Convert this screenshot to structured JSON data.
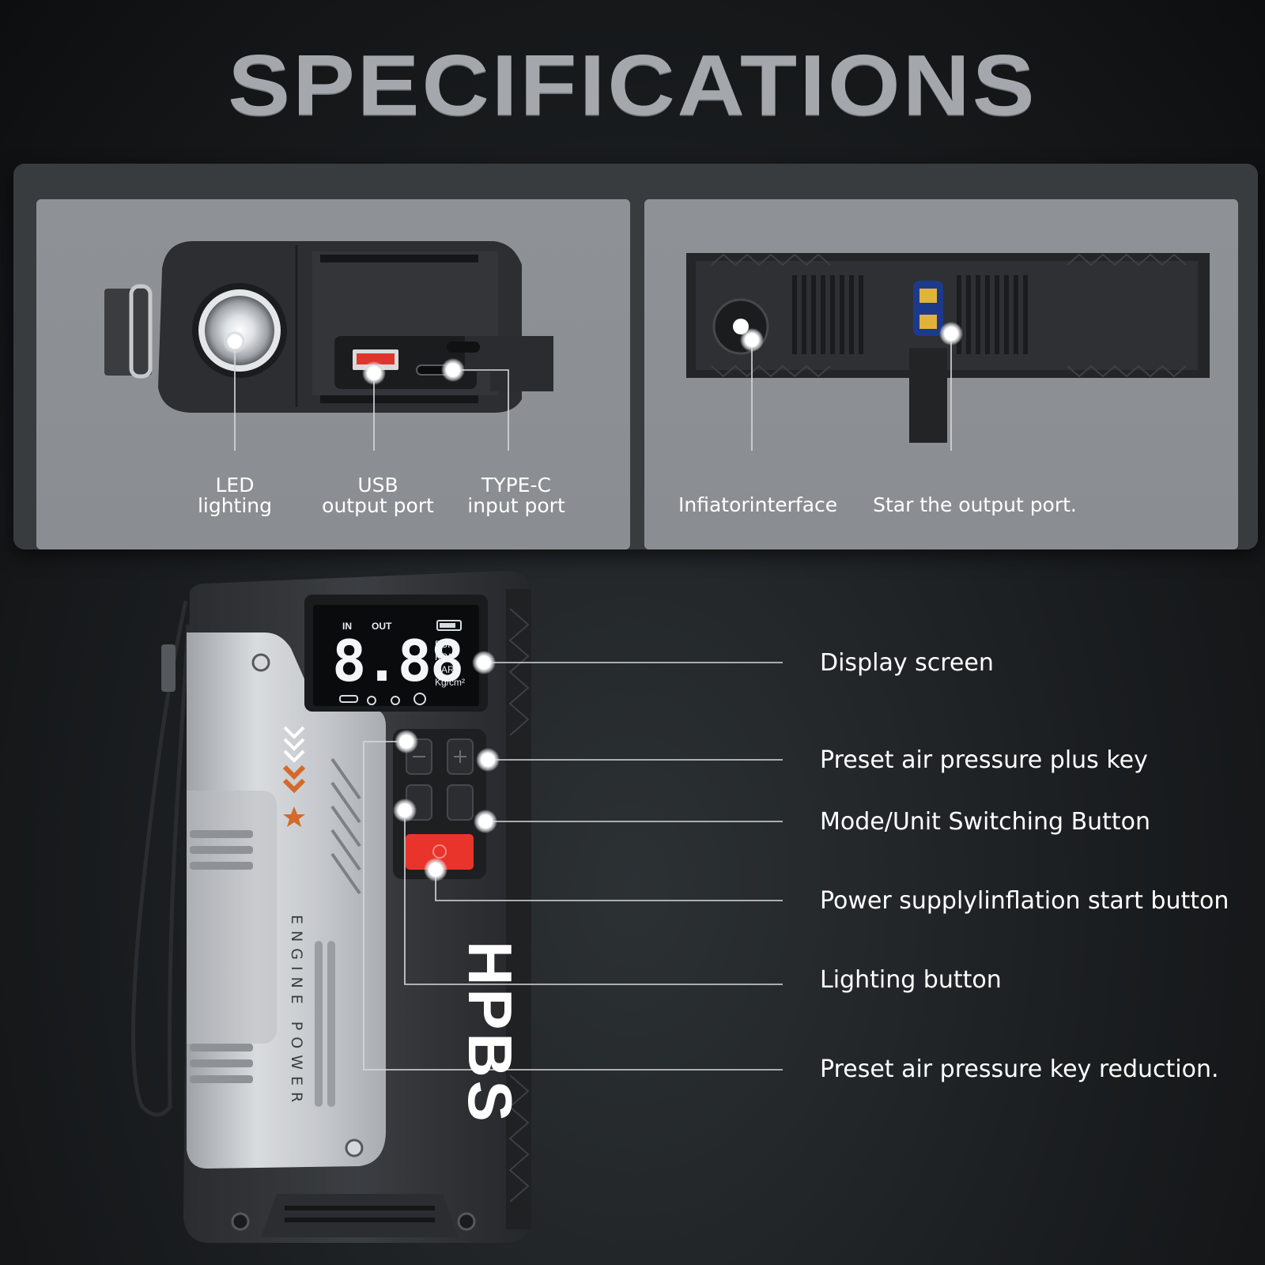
{
  "title": "SPECIFICATIONS",
  "brand": "HPBS",
  "sub_brand": "ENGINE POWER",
  "display": {
    "in": "IN",
    "out": "OUT",
    "digits": "8.88",
    "units": [
      "PSI",
      "KPA",
      "BAR",
      "Kg/cm²"
    ]
  },
  "top_labels": {
    "led": "LED\nlighting",
    "usb": "USB\noutput port",
    "typec": "TYPE-C\ninput port",
    "inflator": "Infiatorinterface",
    "star_output": "Star the output port."
  },
  "callouts": [
    "Display screen",
    "Preset air pressure plus key",
    "Mode/Unit Switching Button",
    "Power supplylinflation start button",
    "Lighting button",
    "Preset air pressure key reduction."
  ],
  "colors": {
    "accent_red": "#e8342b",
    "orange": "#d4692a",
    "title_gray": "#a4a8ad",
    "panel_gray": "#8c9094"
  },
  "icons": [
    "flashlight-icon",
    "usb-port-icon",
    "type-c-port-icon",
    "inflator-port-icon",
    "jump-starter-port-icon",
    "power-icon",
    "plus-icon",
    "minus-icon",
    "light-icon",
    "mode-icon"
  ]
}
